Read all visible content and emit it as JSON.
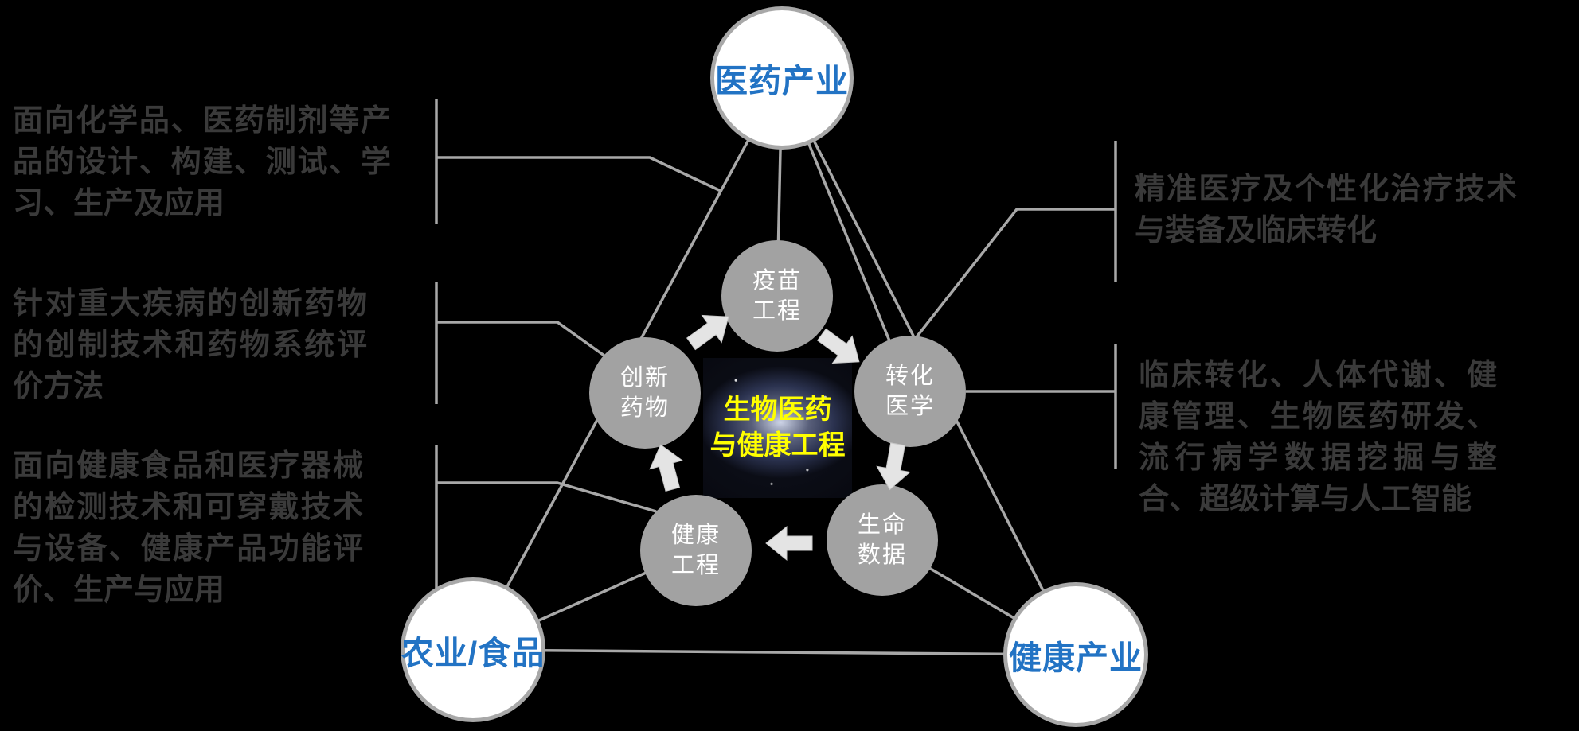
{
  "diagram": {
    "center": {
      "line1": "生物医药",
      "line2": "与健康工程"
    },
    "industry_nodes": [
      {
        "id": "pharma-industry",
        "label": "医药产业"
      },
      {
        "id": "agriculture-food",
        "label": "农业/食品"
      },
      {
        "id": "health-industry",
        "label": "健康产业"
      }
    ],
    "cycle_nodes": [
      {
        "id": "vaccine-engineering",
        "line1": "疫苗",
        "line2": "工程"
      },
      {
        "id": "translational-medicine",
        "line1": "转化",
        "line2": "医学"
      },
      {
        "id": "life-data",
        "line1": "生命",
        "line2": "数据"
      },
      {
        "id": "health-engineering",
        "line1": "健康",
        "line2": "工程"
      },
      {
        "id": "innovative-drugs",
        "line1": "创新",
        "line2": "药物"
      }
    ],
    "annotations": {
      "left_top": "面向化学品、医药制剂等产品的设计、构建、测试、学习、生产及应用",
      "left_middle": "针对重大疾病的创新药物的创制技术和药物系统评价方法",
      "left_bottom": "面向健康食品和医疗器械的检测技术和可穿戴技术与设备、健康产品功能评价、生产与应用",
      "right_top": "精准医疗及个性化治疗技术与装备及临床转化",
      "right_bottom": "临床转化、人体代谢、健康管理、生物医药研发、流行病学数据挖掘与整合、超级计算与人工智能"
    },
    "colors": {
      "background": "#000000",
      "industry_label": "#2273c4",
      "cycle_node_fill": "#a2a2a2",
      "cycle_node_text": "#ffffff",
      "center_title": "#ffff00",
      "line": "#a8a8a8",
      "annotation_text": "#3a3a3a"
    }
  }
}
